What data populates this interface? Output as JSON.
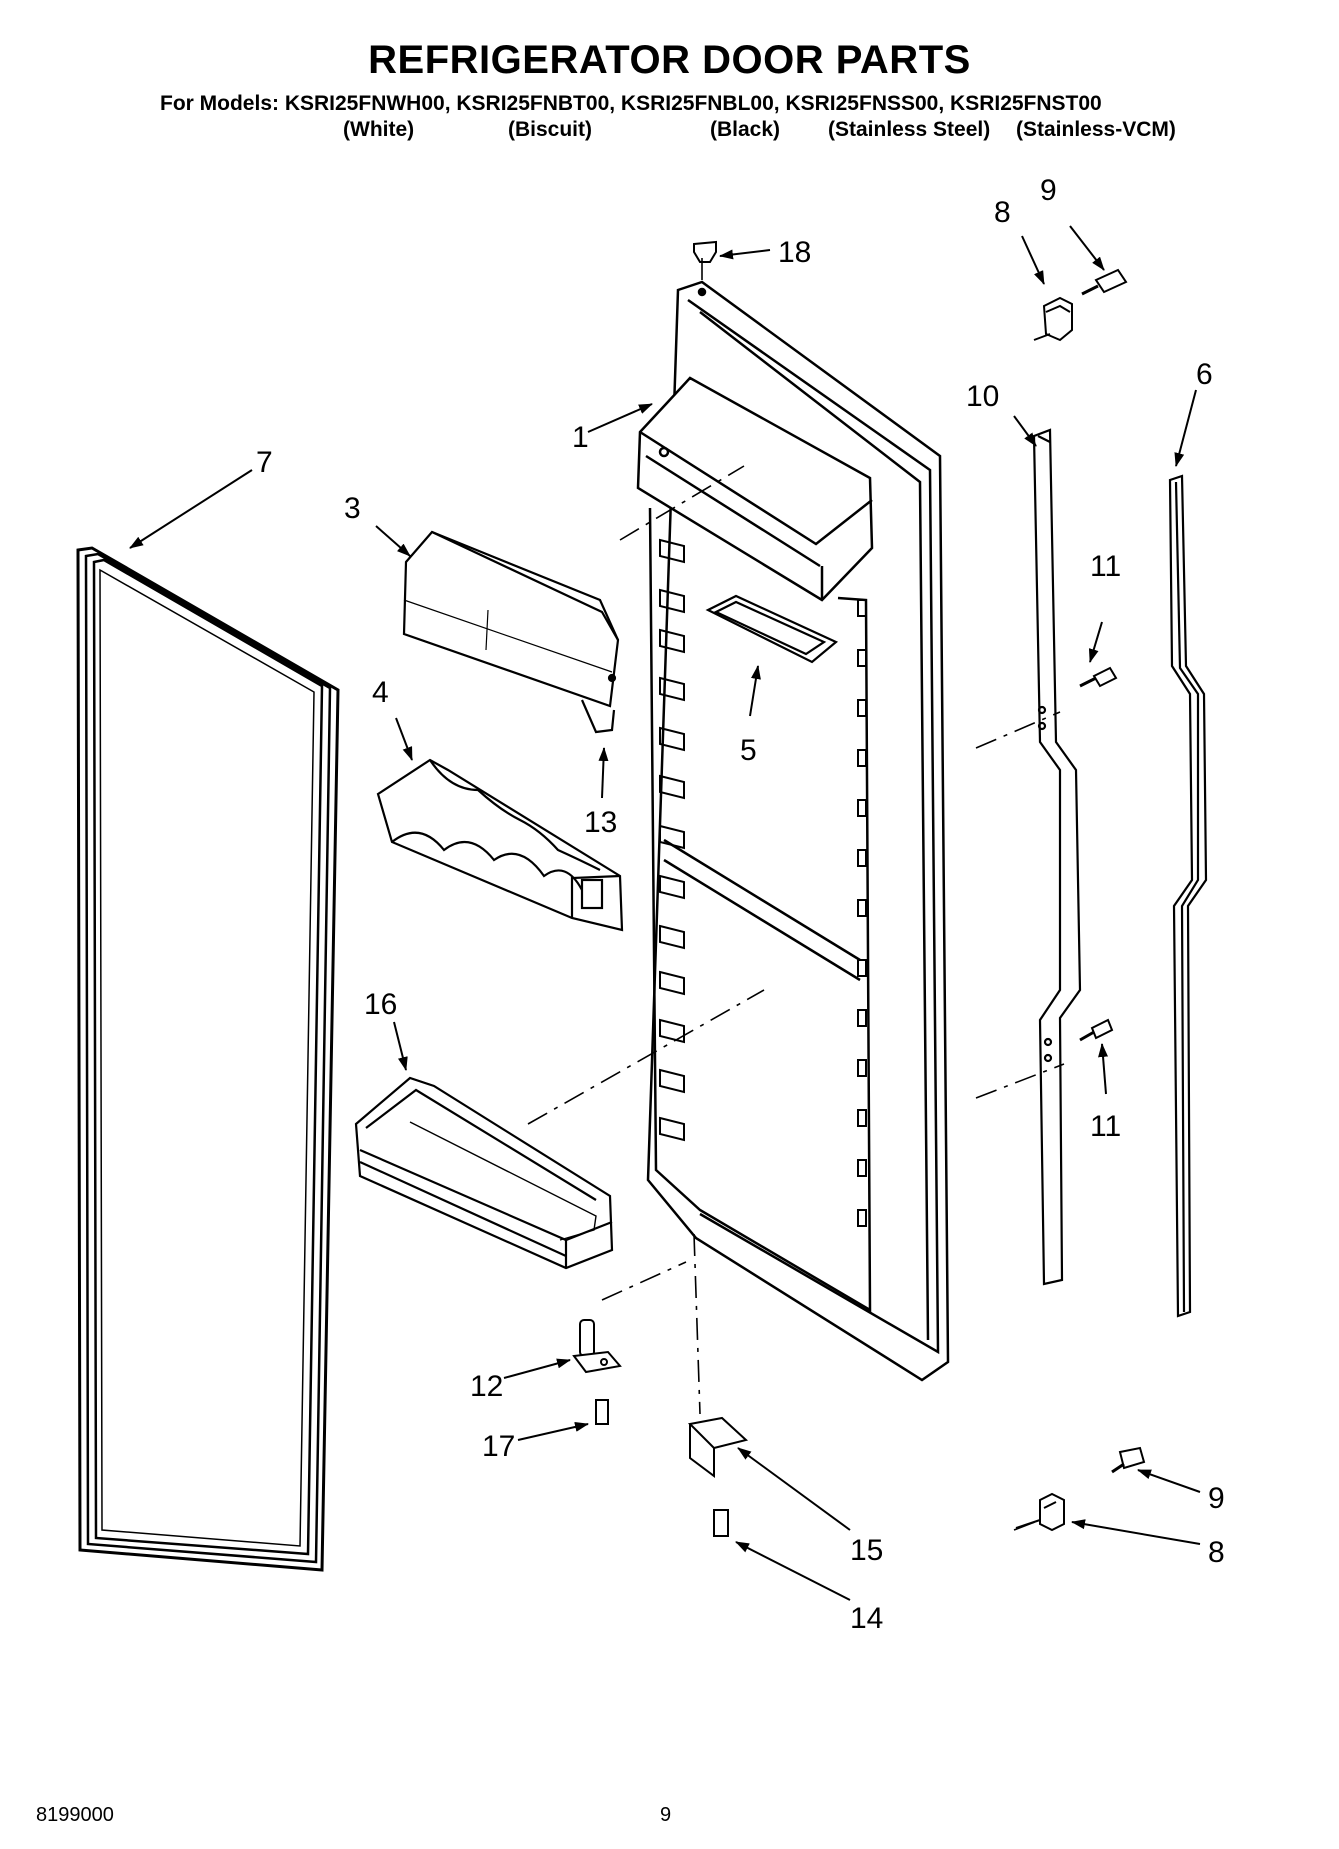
{
  "header": {
    "title": "REFRIGERATOR DOOR PARTS",
    "models_line": "For Models: KSRI25FNWH00, KSRI25FNBT00, KSRI25FNBL00, KSRI25FNSS00, KSRI25FNST00",
    "variants": [
      "(White)",
      "(Biscuit)",
      "(Black)",
      "(Stainless Steel)",
      "(Stainless-VCM)"
    ]
  },
  "callouts": {
    "c1": "1",
    "c3": "3",
    "c4": "4",
    "c5": "5",
    "c6": "6",
    "c7": "7",
    "c8_top": "8",
    "c8_bottom": "8",
    "c9_top": "9",
    "c9_bottom": "9",
    "c10": "10",
    "c11_top": "11",
    "c11_bottom": "11",
    "c12": "12",
    "c13": "13",
    "c14": "14",
    "c15": "15",
    "c16": "16",
    "c17": "17",
    "c18": "18"
  },
  "footer": {
    "doc_number": "8199000",
    "page_number": "9"
  },
  "colors": {
    "ink": "#000000",
    "paper": "#ffffff",
    "part_fill": "#f2f2f2"
  }
}
